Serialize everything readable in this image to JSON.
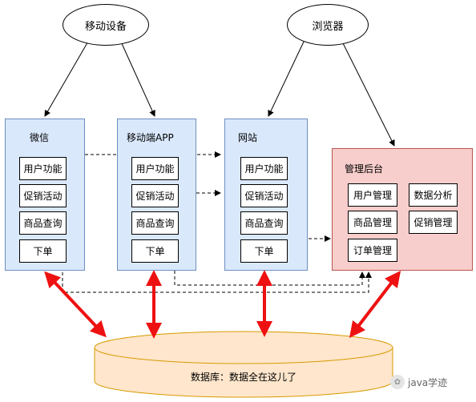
{
  "devices": {
    "mobile": "移动设备",
    "browser": "浏览器"
  },
  "panels": {
    "wechat": {
      "title": "微信",
      "items": [
        "用户功能",
        "促销活动",
        "商品查询",
        "下单"
      ]
    },
    "mobile_app": {
      "title": "移动端APP",
      "items": [
        "用户功能",
        "促销活动",
        "商品查询",
        "下单"
      ]
    },
    "website": {
      "title": "网站",
      "items": [
        "用户功能",
        "促销活动",
        "商品查询",
        "下单"
      ]
    },
    "admin": {
      "title": "管理后台",
      "items": [
        "用户管理",
        "数据分析",
        "商品管理",
        "促销管理",
        "订单管理"
      ]
    }
  },
  "database": {
    "label": "数据库：数据全在这儿了"
  },
  "watermark": {
    "text": "java学迹",
    "icon": "wechat-icon"
  },
  "colors": {
    "client_fill": "#dae8fc",
    "client_border": "#6c8ebf",
    "admin_fill": "#f8cecc",
    "admin_border": "#b85450",
    "db_fill": "#ffe6cc",
    "db_border": "#d79b00",
    "sync_arrow": "#ee1111"
  }
}
